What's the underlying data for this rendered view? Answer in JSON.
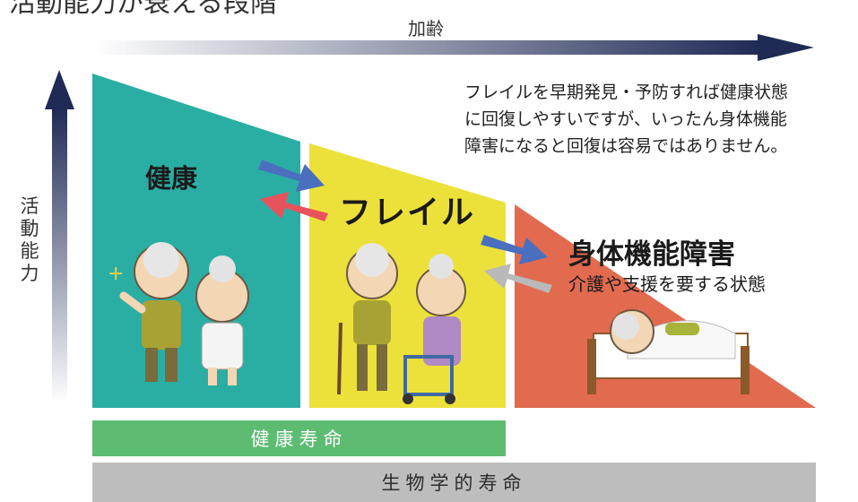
{
  "top_title": "活動能力が衰える段階",
  "axis": {
    "x_label": "加齢",
    "y_label": "活動能力"
  },
  "note_lines": [
    "フレイルを早期発見・予防すれば健康状態",
    "に回復しやすいですが、いったん身体機能",
    "障害になると回復は容易ではありません。"
  ],
  "stages": {
    "health": {
      "label": "健康",
      "color": "#2aaea3"
    },
    "frail": {
      "label": "フレイル",
      "color": "#ece13a"
    },
    "disability": {
      "label": "身体機能障害",
      "sub": "介護や支援を要する状態",
      "color": "#e16a4f"
    }
  },
  "bars": {
    "healthy_life": "健康寿命",
    "biological_life": "生物学的寿命"
  },
  "colors": {
    "arrow_blue": "#4a6fbf",
    "arrow_red": "#e8525c",
    "arrow_gray": "#b9b9b9",
    "axis_dark": "#1f2a55"
  }
}
